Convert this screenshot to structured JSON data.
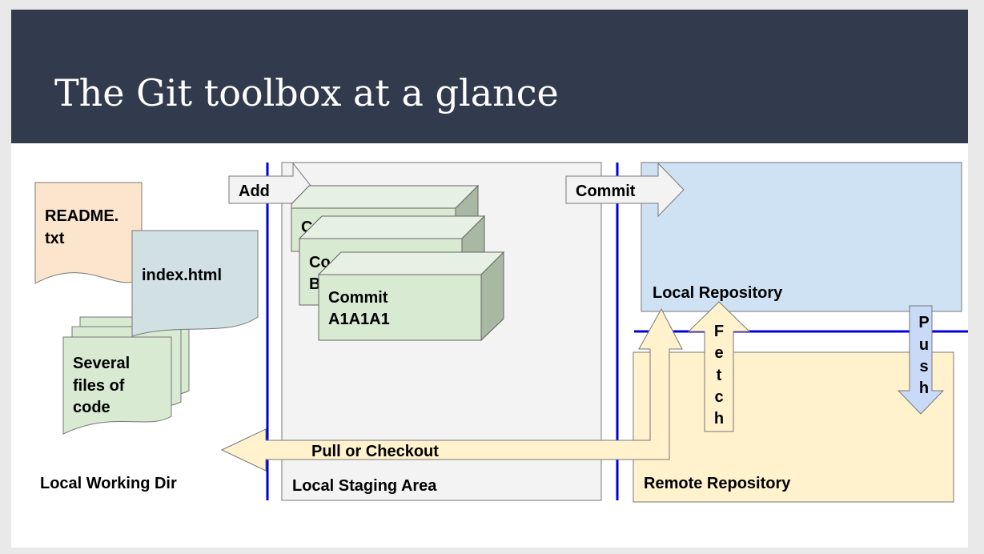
{
  "title": "The Git toolbox at a glance",
  "diagram": {
    "files": {
      "readme_line1": "README.",
      "readme_line2": "txt",
      "index": "index.html",
      "code_line1": "Several",
      "code_line2": "files of",
      "code_line3": "code"
    },
    "areas": {
      "working_dir": "Local Working Dir",
      "staging": "Local Staging Area",
      "local_repo": "Local Repository",
      "remote_repo": "Remote Repository"
    },
    "commits": {
      "back1_line1": "C",
      "back2_line1": "Co",
      "back2_line2": "B",
      "front_line1": "Commit",
      "front_line2": "A1A1A1"
    },
    "arrows": {
      "add": "Add",
      "commit": "Commit",
      "pull_checkout": "Pull or Checkout",
      "fetch": [
        "F",
        "e",
        "t",
        "c",
        "h"
      ],
      "push": [
        "P",
        "u",
        "s",
        "h"
      ]
    },
    "colors": {
      "title_bar": "#323a4d",
      "readme": "#fce5cd",
      "index": "#d0e0e3",
      "code": "#d9ead3",
      "commit": "#d9ead3",
      "staging": "#f3f3f3",
      "local_repo": "#cfe2f3",
      "remote_repo": "#fff2cc",
      "arrow_grey": "#f3f3f3",
      "arrow_cream": "#fff2cc",
      "push_arrow": "#c9daf8",
      "divider": "#0000dd"
    }
  }
}
